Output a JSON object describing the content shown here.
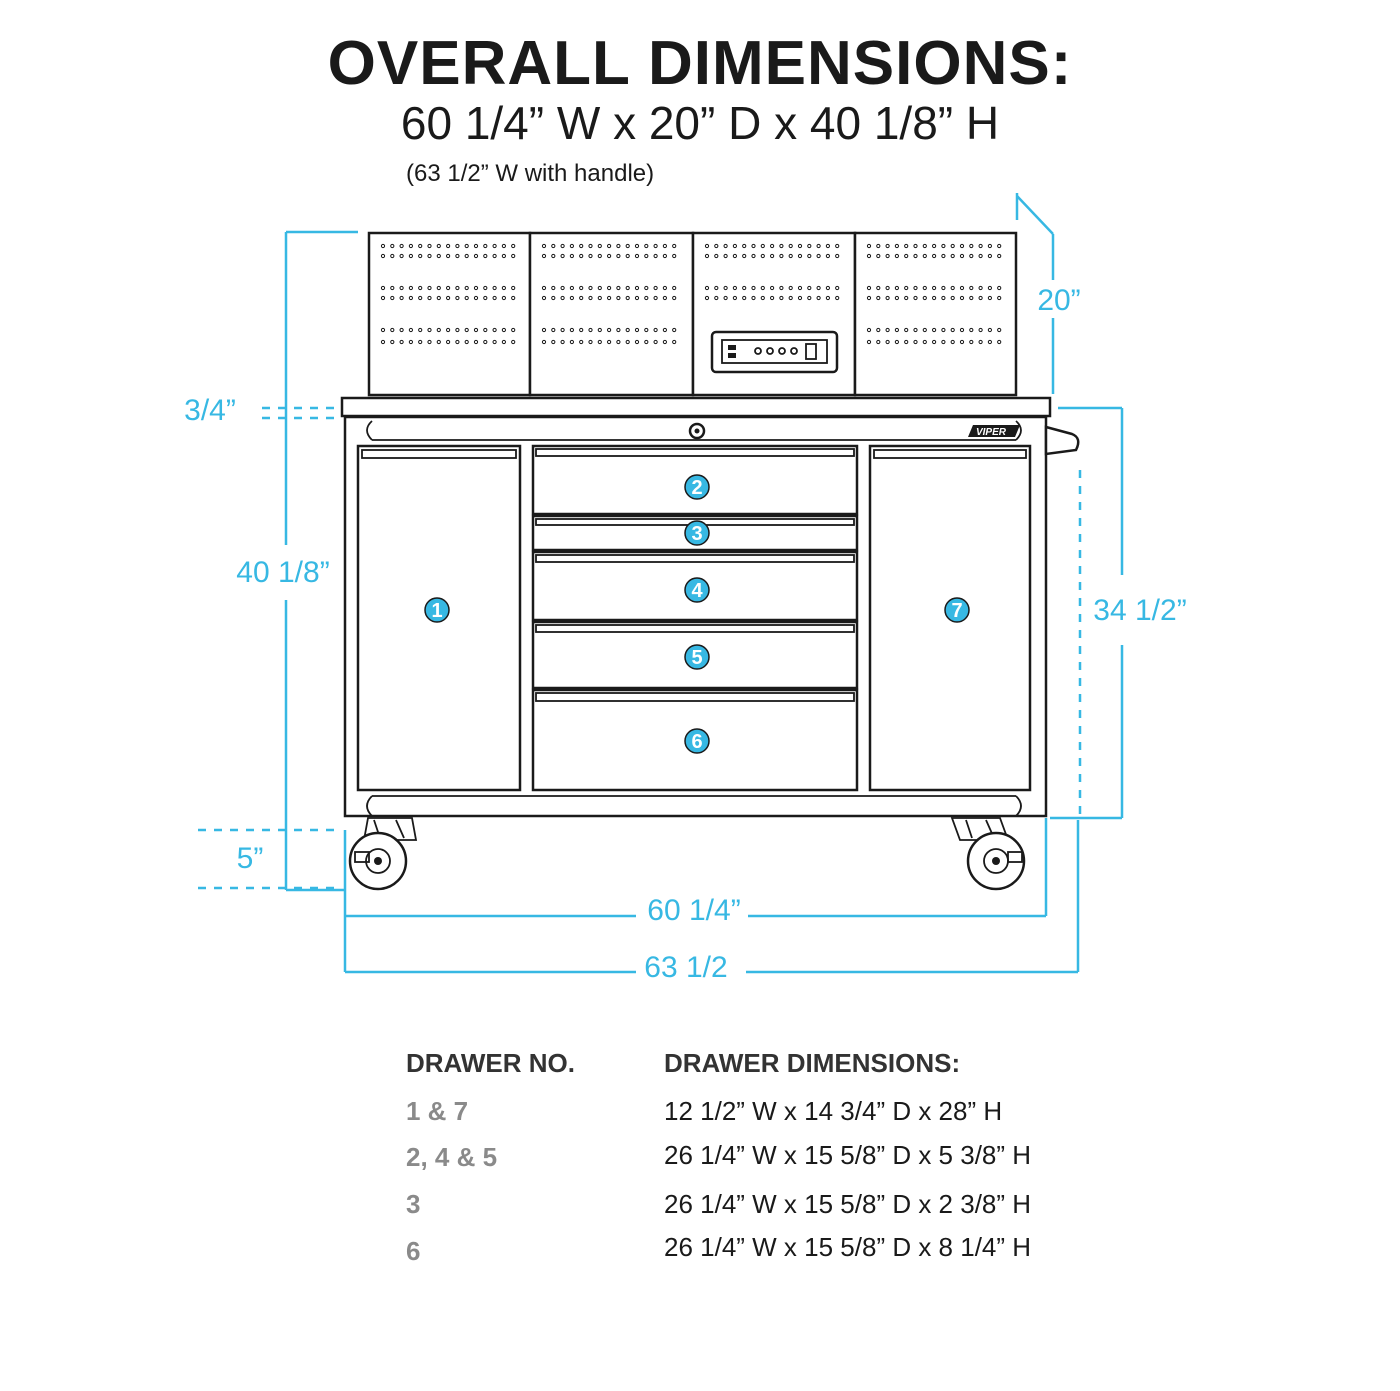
{
  "title": "OVERALL DIMENSIONS:",
  "subtitle": "60 1/4” W x 20” D x 40 1/8” H",
  "note": "(63 1/2” W with handle)",
  "dimensions": {
    "depth": "20”",
    "top_thickness": "3/4”",
    "overall_height": "40 1/8”",
    "cabinet_height": "34 1/2”",
    "caster_height": "5”",
    "width": "60 1/4”",
    "width_with_handle": "63 1/2"
  },
  "drawer_badges": [
    "1",
    "2",
    "3",
    "4",
    "5",
    "6",
    "7"
  ],
  "brand_mark": "VIPER",
  "accent_color": "#37b8e3",
  "table": {
    "header_no": "DRAWER NO.",
    "header_dims": "DRAWER DIMENSIONS:",
    "rows": [
      {
        "no": "1 & 7",
        "dims": "12 1/2” W x 14 3/4” D x 28” H"
      },
      {
        "no": "2, 4 & 5",
        "dims": "26 1/4” W x 15 5/8” D x 5 3/8” H"
      },
      {
        "no": "3",
        "dims": "26 1/4” W x 15 5/8” D x 2 3/8” H"
      },
      {
        "no": "6",
        "dims": "26 1/4” W x 15 5/8” D x 8 1/4” H"
      }
    ]
  }
}
